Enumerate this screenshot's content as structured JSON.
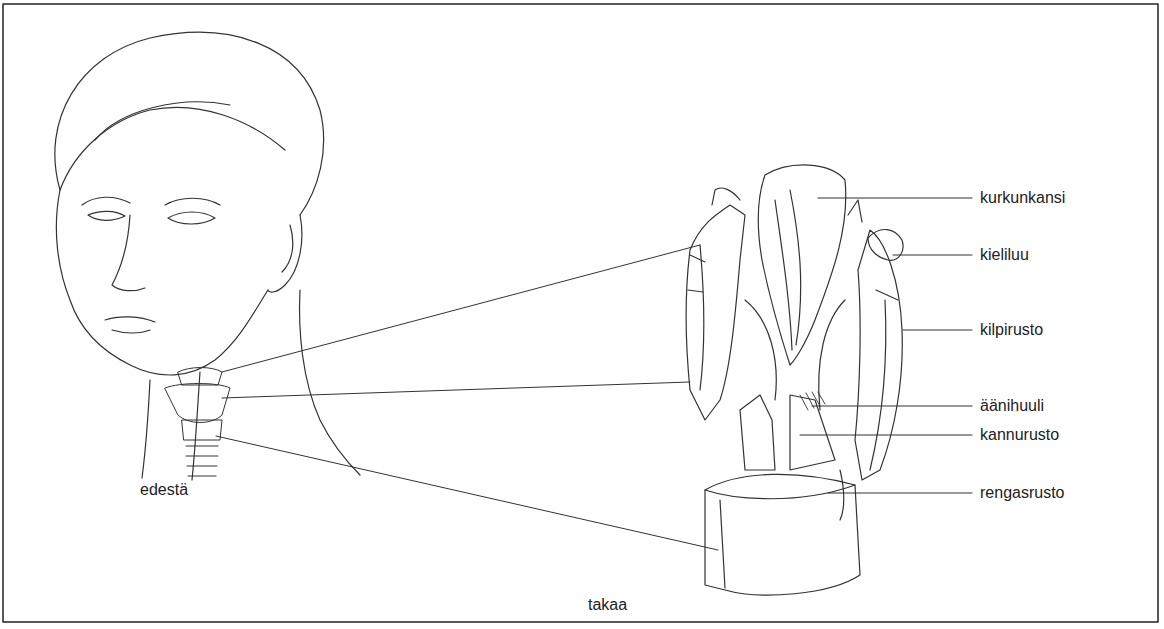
{
  "diagram": {
    "labels": [
      "kurkunkansi",
      "kieliluu",
      "kilpirusto",
      "äänihuuli",
      "kannurusto",
      "rengasrusto",
      "edestä",
      "takaa"
    ]
  }
}
